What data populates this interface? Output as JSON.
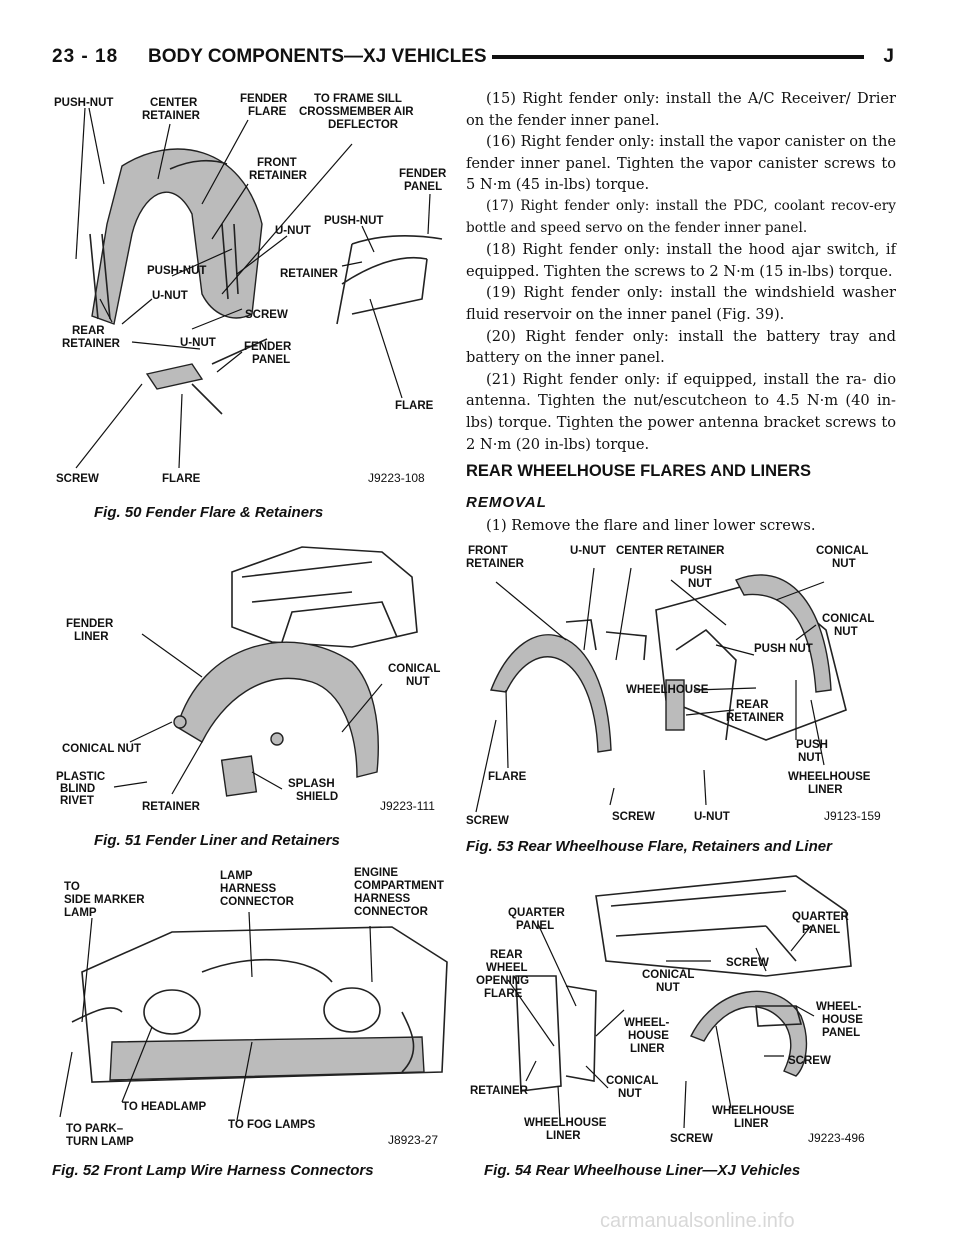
{
  "header": {
    "page_number": "23 - 18",
    "title": "BODY COMPONENTS—XJ VEHICLES",
    "mark": "J"
  },
  "figures": [
    {
      "caption": "Fig. 50 Fender Flare & Retainers",
      "code": "J9223-108",
      "labels": [
        "PUSH-NUT",
        "CENTER\nRETAINER",
        "FENDER\nFLARE",
        "FRONT\nRETAINER",
        "TO FRAME SILL\nCROSSMEMBER AIR\nDEFLECTOR",
        "FENDER\nPANEL",
        "PUSH-NUT",
        "U-NUT",
        "RETAINER",
        "PUSH-NUT",
        "U-NUT",
        "SCREW",
        "REAR\nRETAINER",
        "U-NUT",
        "FENDER\nPANEL",
        "FLARE",
        "SCREW",
        "FLARE"
      ]
    },
    {
      "caption": "Fig. 51 Fender Liner and Retainers",
      "code": "J9223-111",
      "labels": [
        "FENDER\nLINER",
        "CONICAL\nNUT",
        "CONICAL NUT",
        "PLASTIC\nBLIND\nRIVET",
        "RETAINER",
        "SPLASH\nSHIELD"
      ]
    },
    {
      "caption": "Fig. 52 Front Lamp Wire Harness Connectors",
      "code": "J8923-27",
      "labels": [
        "TO\nSIDE MARKER\nLAMP",
        "LAMP\nHARNESS\nCONNECTOR",
        "ENGINE\nCOMPARTMENT\nHARNESS\nCONNECTOR",
        "TO HEADLAMP",
        "TO PARK-\nTURN LAMP",
        "TO FOG LAMPS"
      ]
    },
    {
      "caption": "Fig. 53 Rear Wheelhouse Flare, Retainers and Liner",
      "code": "J9123-159",
      "labels": [
        "FRONT\nRETAINER",
        "U-NUT",
        "CENTER RETAINER",
        "PUSH\nNUT",
        "CONICAL\nNUT",
        "CONICAL\nNUT",
        "PUSH NUT",
        "WHEELHOUSE",
        "REAR\nRETAINER",
        "PUSH\nNUT",
        "WHEELHOUSE\nLINER",
        "FLARE",
        "SCREW",
        "SCREW",
        "U-NUT"
      ]
    },
    {
      "caption": "Fig. 54 Rear Wheelhouse Liner—XJ Vehicles",
      "code": "J9223-496",
      "labels": [
        "QUARTER\nPANEL",
        "REAR\nWHEEL\nOPENING\nFLARE",
        "CONICAL\nNUT",
        "SCREW",
        "QUARTER\nPANEL",
        "WHEEL-\nHOUSE\nLINER",
        "WHEEL-\nHOUSE\nPANEL",
        "SCREW",
        "RETAINER",
        "CONICAL\nNUT",
        "WHEELHOUSE\nLINER",
        "WHEELHOUSE\nLINER",
        "SCREW"
      ]
    }
  ],
  "paragraphs": [
    "(15) Right fender only: install the A/C Receiver/ Drier on the fender inner panel.",
    "(16) Right fender only: install the vapor canister on the fender inner panel. Tighten the vapor canister screws to 5 N·m (45 in-lbs) torque.",
    "(17) Right fender only: install the PDC, coolant recov-ery bottle and speed servo on the fender inner panel.",
    "(18) Right fender only: install the hood ajar switch, if equipped. Tighten the screws to 2 N·m (15 in-lbs) torque.",
    "(19) Right fender only: install the windshield washer fluid reservoir on the inner panel (Fig. 39).",
    "(20) Right fender only: install the battery tray and battery on the inner panel.",
    "(21) Right fender only: if equipped, install the ra- dio antenna. Tighten the nut/escutcheon to 4.5 N·m (40 in-lbs) torque. Tighten the power antenna bracket screws to 2 N·m (20 in-lbs) torque."
  ],
  "section_heading": "REAR WHEELHOUSE FLARES AND LINERS",
  "subheading": "REMOVAL",
  "removal_steps": [
    "(1) Remove the flare and liner lower screws."
  ],
  "watermark": "carmanualsonline.info"
}
